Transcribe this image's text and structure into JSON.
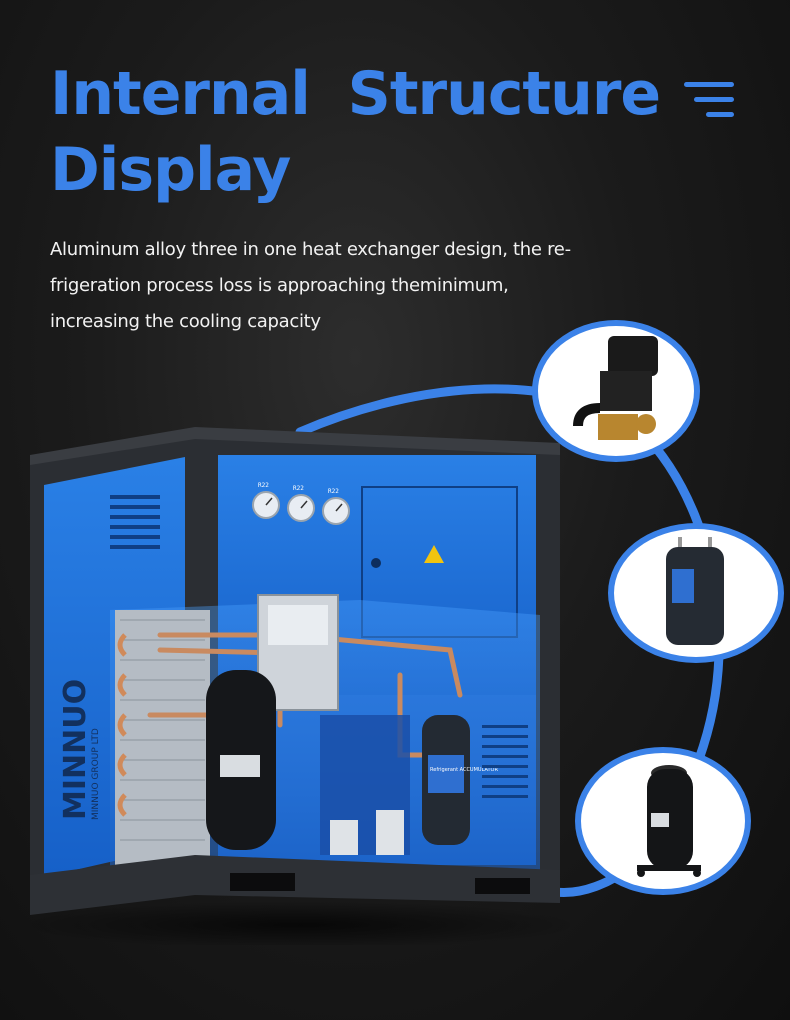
{
  "header": {
    "title_line1": "Internal  Structure",
    "title_line2": "Display",
    "menu_icon": "hamburger-menu-icon"
  },
  "description": {
    "line1": "Aluminum alloy three in one heat exchanger design, the re-",
    "line2": "frigeration process loss is approaching theminimum,",
    "line3": "increasing the cooling capacity"
  },
  "machine": {
    "brand_logo_text": "MINNUO",
    "brand_sub_text": "MINNUO GROUP LTD",
    "gauge_labels": [
      "R22",
      "R22",
      "R22"
    ],
    "accumulator_label": "Refrigerant ACCUMULATOR"
  },
  "components": {
    "detail_1_icon": "drain-valve-icon",
    "detail_2_icon": "accumulator-icon",
    "detail_3_icon": "compressor-icon"
  },
  "colors": {
    "accent_blue": "#3b82e8",
    "panel_blue": "#1f73d8",
    "frame_dark": "#2a2d31",
    "background": "#1b1b1b",
    "text_white": "#f2f2f2"
  }
}
